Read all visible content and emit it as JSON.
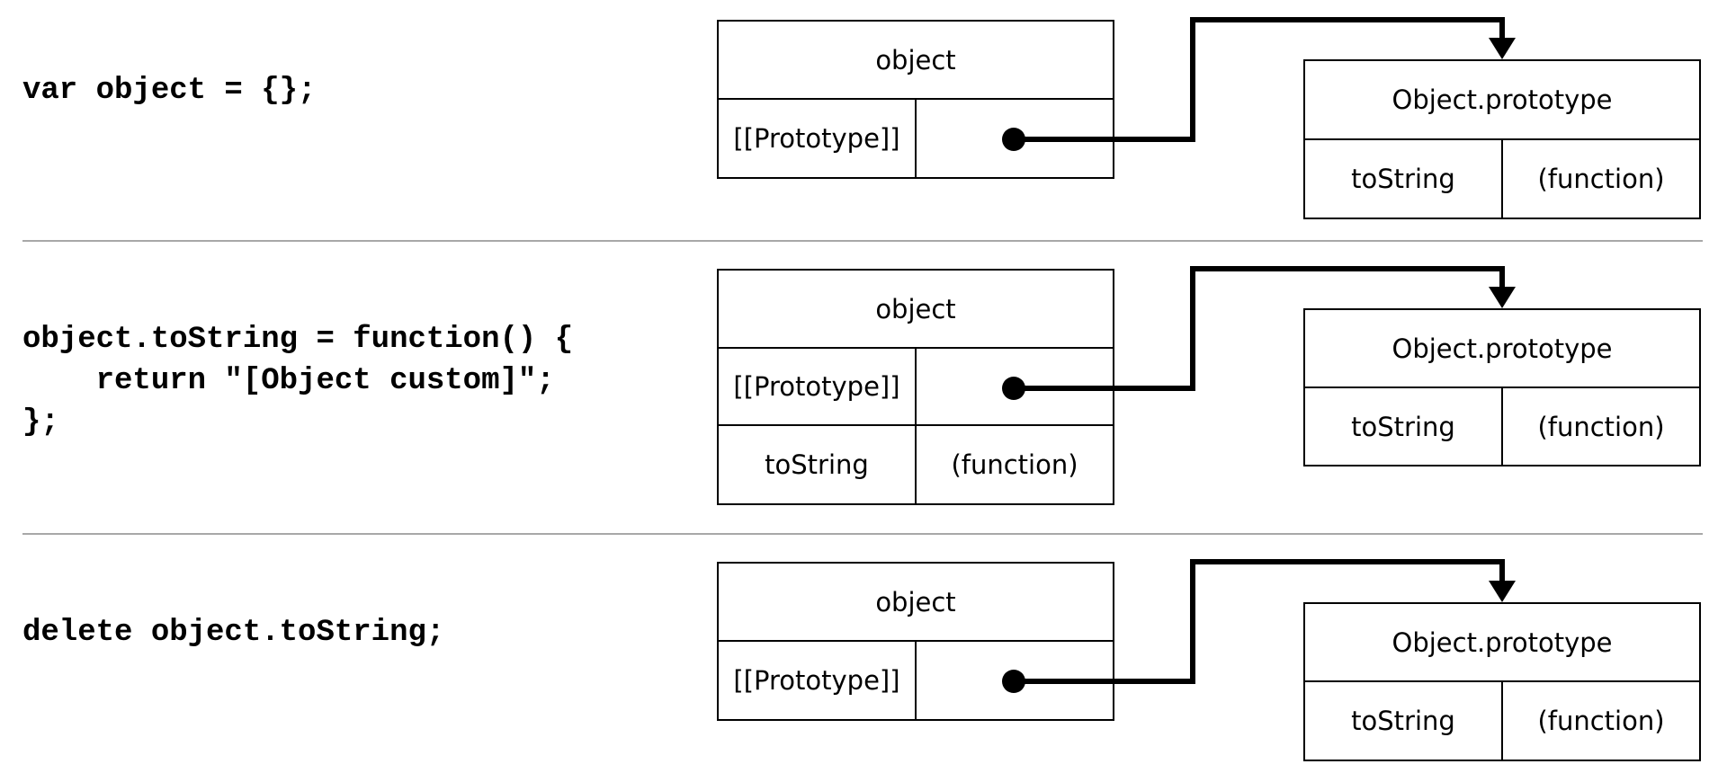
{
  "steps": [
    {
      "code": "var object = {};",
      "object": {
        "title": "object",
        "rows": [
          {
            "key": "[[Prototype]]",
            "value": ""
          }
        ]
      },
      "prototype": {
        "title": "Object.prototype",
        "rows": [
          {
            "key": "toString",
            "value": "(function)"
          }
        ]
      }
    },
    {
      "code": "object.toString = function() {\n    return \"[Object custom]\";\n};",
      "object": {
        "title": "object",
        "rows": [
          {
            "key": "[[Prototype]]",
            "value": ""
          },
          {
            "key": "toString",
            "value": "(function)"
          }
        ]
      },
      "prototype": {
        "title": "Object.prototype",
        "rows": [
          {
            "key": "toString",
            "value": "(function)"
          }
        ]
      }
    },
    {
      "code": "delete object.toString;",
      "object": {
        "title": "object",
        "rows": [
          {
            "key": "[[Prototype]]",
            "value": ""
          }
        ]
      },
      "prototype": {
        "title": "Object.prototype",
        "rows": [
          {
            "key": "toString",
            "value": "(function)"
          }
        ]
      }
    }
  ],
  "colors": {
    "line": "#000000",
    "divider": "#a8a8a8",
    "background": "#ffffff"
  }
}
